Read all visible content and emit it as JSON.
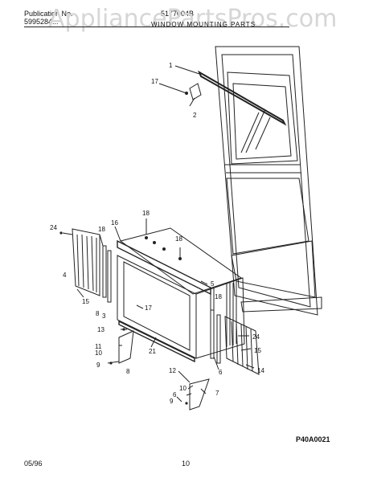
{
  "header": {
    "publication_label": "Publication No.",
    "publication_number": "5995284...",
    "model_number": "5177004B",
    "section_title": "WINDOW MOUNTING PARTS"
  },
  "watermark": "AppliancePartsPros.com",
  "callouts": [
    "1",
    "17",
    "2",
    "18",
    "16",
    "24",
    "18",
    "18",
    "5",
    "4",
    "15",
    "8",
    "3",
    "17",
    "13",
    "18",
    "11",
    "10",
    "9",
    "8",
    "21",
    "24",
    "15",
    "6",
    "14",
    "12",
    "10",
    "6",
    "9",
    "7"
  ],
  "figure_code": "P40A0021",
  "footer": {
    "date": "05/96",
    "page": "10"
  }
}
